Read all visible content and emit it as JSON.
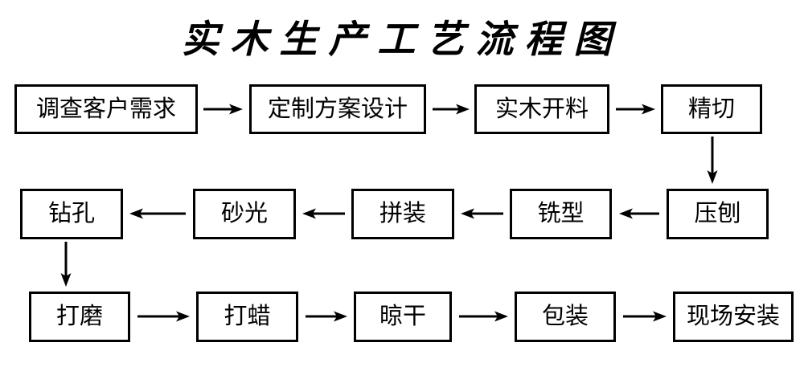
{
  "title": "实木生产工艺流程图",
  "colors": {
    "ink": "#000000",
    "background": "#ffffff"
  },
  "rows": [
    {
      "direction": "left-to-right",
      "boxes": [
        {
          "label": "调查客户需求"
        },
        {
          "label": "定制方案设计"
        },
        {
          "label": "实木开料"
        },
        {
          "label": "精切"
        }
      ]
    },
    {
      "direction": "right-to-left",
      "boxes": [
        {
          "label": "钻孔"
        },
        {
          "label": "砂光"
        },
        {
          "label": "拼装"
        },
        {
          "label": "铣型"
        },
        {
          "label": "压刨"
        }
      ]
    },
    {
      "direction": "left-to-right",
      "boxes": [
        {
          "label": "打磨"
        },
        {
          "label": "打蜡"
        },
        {
          "label": "晾干"
        },
        {
          "label": "包装"
        },
        {
          "label": "现场安装"
        }
      ]
    }
  ],
  "sequence": [
    "调查客户需求",
    "定制方案设计",
    "实木开料",
    "精切",
    "压刨",
    "铣型",
    "拼装",
    "砂光",
    "钻孔",
    "打磨",
    "打蜡",
    "晾干",
    "包装",
    "现场安装"
  ]
}
